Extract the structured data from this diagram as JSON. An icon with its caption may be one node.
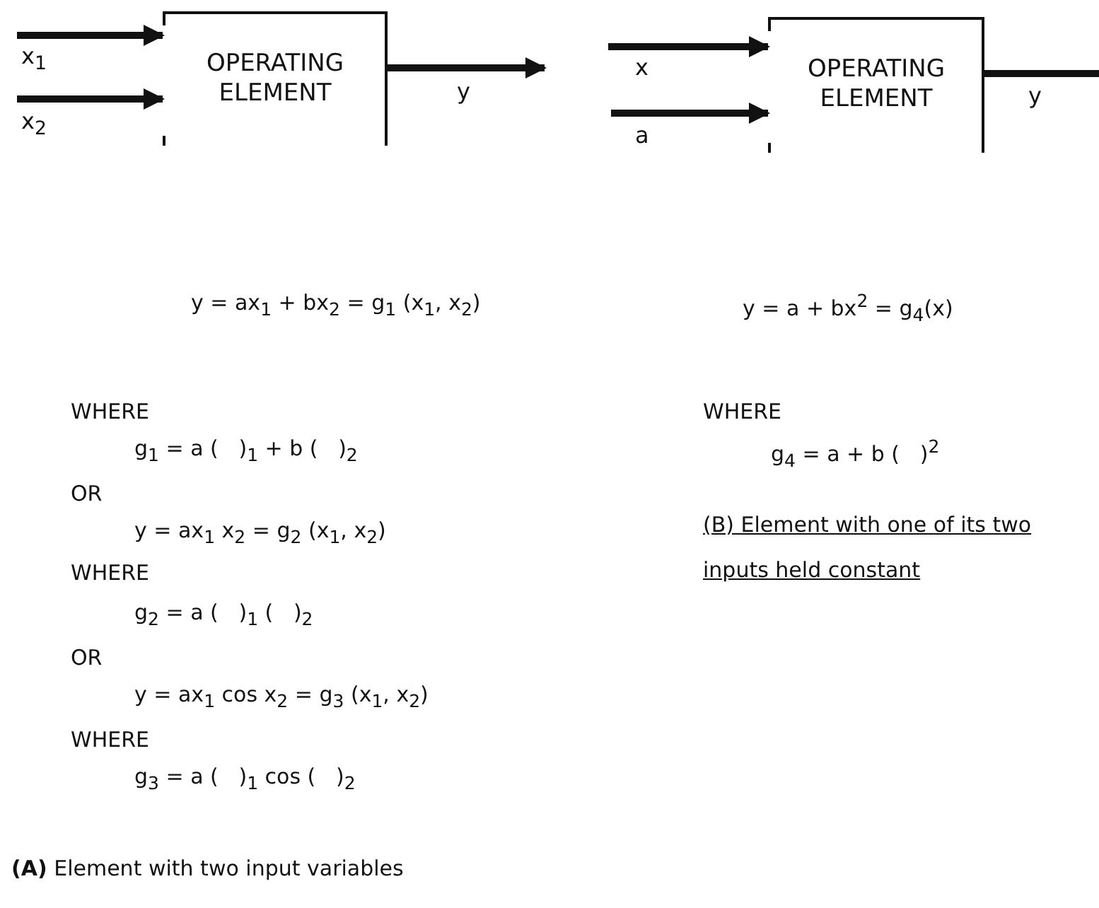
{
  "diagram": {
    "nodes": [
      {
        "text": [
          "OPERATING ELEMENT"
        ]
      },
      {
        "text": [
          "OPERATING ELEMENT"
        ]
      }
    ],
    "edges": [
      {
        "from": null,
        "to": 0,
        "arrow": "to",
        "label": "x$_{1}$"
      },
      {
        "from": null,
        "to": 0,
        "arrow": "to",
        "label": "x$_{2}$"
      },
      {
        "from": 0,
        "to": null,
        "arrow": "to",
        "label": "y"
      },
      {
        "from": null,
        "to": 1,
        "arrow": "to",
        "label": "x"
      },
      {
        "from": null,
        "to": 1,
        "arrow": "to",
        "label": "a"
      },
      {
        "from": 1,
        "to": null,
        "arrow": "none",
        "label": "y"
      }
    ],
    "labels": [
      "y = ax$_{1}$ + bx$_{2}$ = g$_{1}$ (x$_{1}$, x$_{2}$)",
      "WHERE",
      "g$_{1}$ = a (   )$_{1}$ + b (   )$_{2}$",
      "OR",
      "y = ax$_{1}$ x$_{2}$ = g$_{2}$ (x$_{1}$, x$_{2}$)",
      "WHERE",
      "g$_{2}$ = a (   )$_{1}$ (   )$_{2}$",
      "OR",
      "y = ax$_{1}$ cos x$_{2}$ = g$_{3}$ (x$_{1}$, x$_{2}$)",
      "WHERE",
      "g$_{3}$ = a (   )$_{1}$ cos (   )$_{2}$",
      "**(A)** Element with two input variables",
      "y = a + bx$^{2}$ = g$_{4}$(x)",
      "WHERE",
      "g$_{4}$ = a + b (   )$^{2}$",
      "(B) Element with one of its two inputs held constant"
    ]
  }
}
